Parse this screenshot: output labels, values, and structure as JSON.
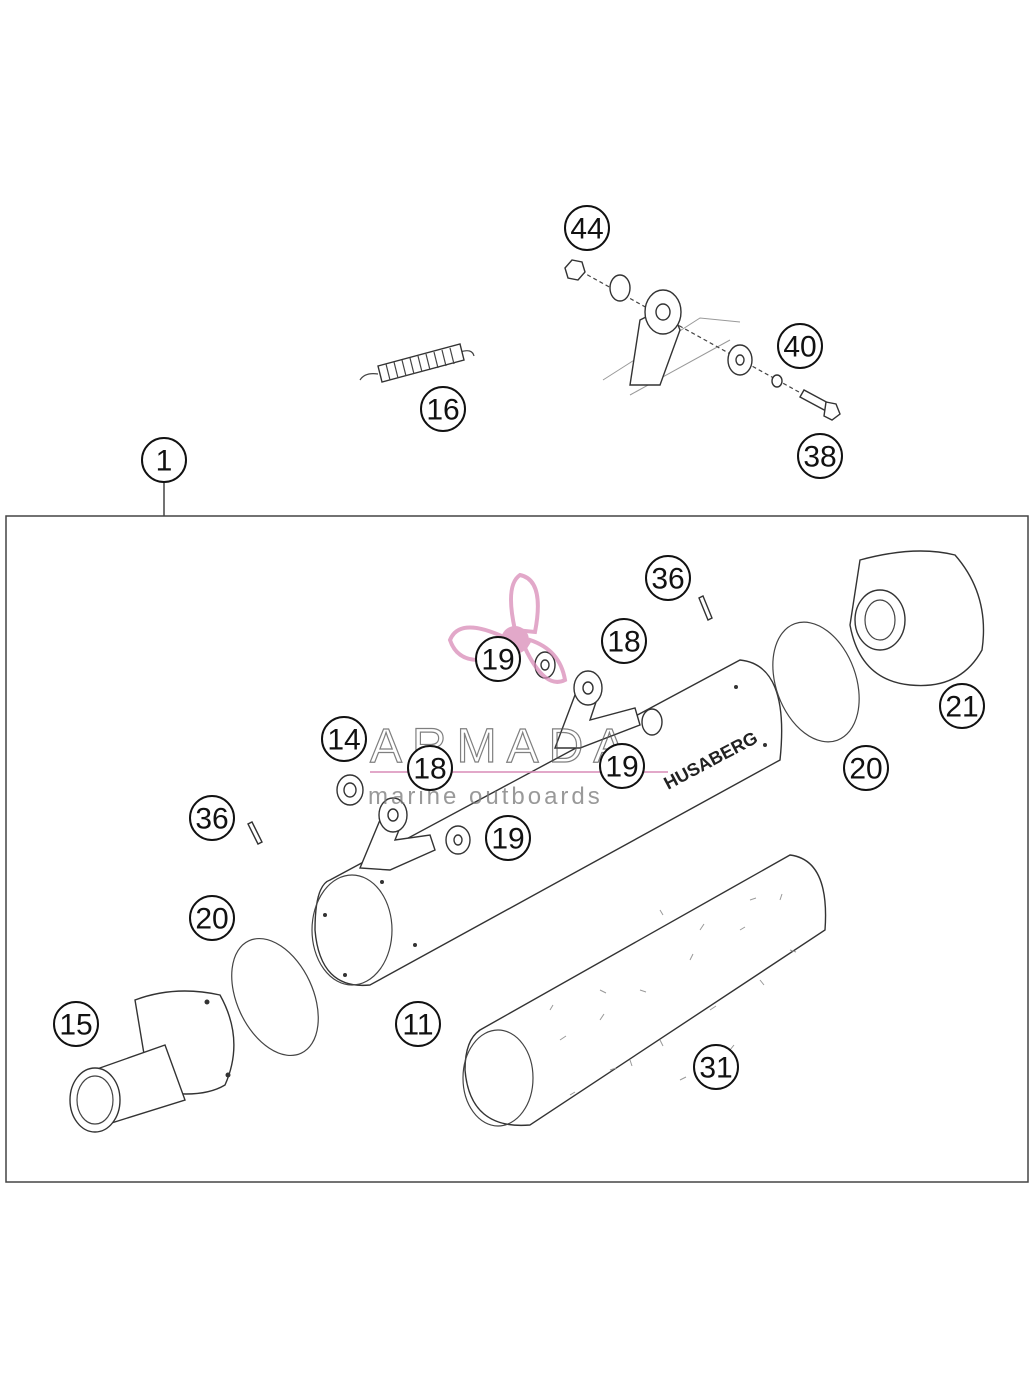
{
  "callouts": [
    {
      "id": "c44",
      "label": "44"
    },
    {
      "id": "c40",
      "label": "40"
    },
    {
      "id": "c16",
      "label": "16"
    },
    {
      "id": "c38",
      "label": "38"
    },
    {
      "id": "c1",
      "label": "1"
    },
    {
      "id": "c36a",
      "label": "36"
    },
    {
      "id": "c18a",
      "label": "18"
    },
    {
      "id": "c19a",
      "label": "19"
    },
    {
      "id": "c14",
      "label": "14"
    },
    {
      "id": "c18b",
      "label": "18"
    },
    {
      "id": "c19b",
      "label": "19"
    },
    {
      "id": "c21",
      "label": "21"
    },
    {
      "id": "c20a",
      "label": "20"
    },
    {
      "id": "c36b",
      "label": "36"
    },
    {
      "id": "c19c",
      "label": "19"
    },
    {
      "id": "c20b",
      "label": "20"
    },
    {
      "id": "c15",
      "label": "15"
    },
    {
      "id": "c11",
      "label": "11"
    },
    {
      "id": "c31",
      "label": "31"
    }
  ],
  "watermark": {
    "title": "ARMADA",
    "subtitle": "marine outboards",
    "color": "#d98bb8"
  },
  "brand_label": "HUSABERG"
}
